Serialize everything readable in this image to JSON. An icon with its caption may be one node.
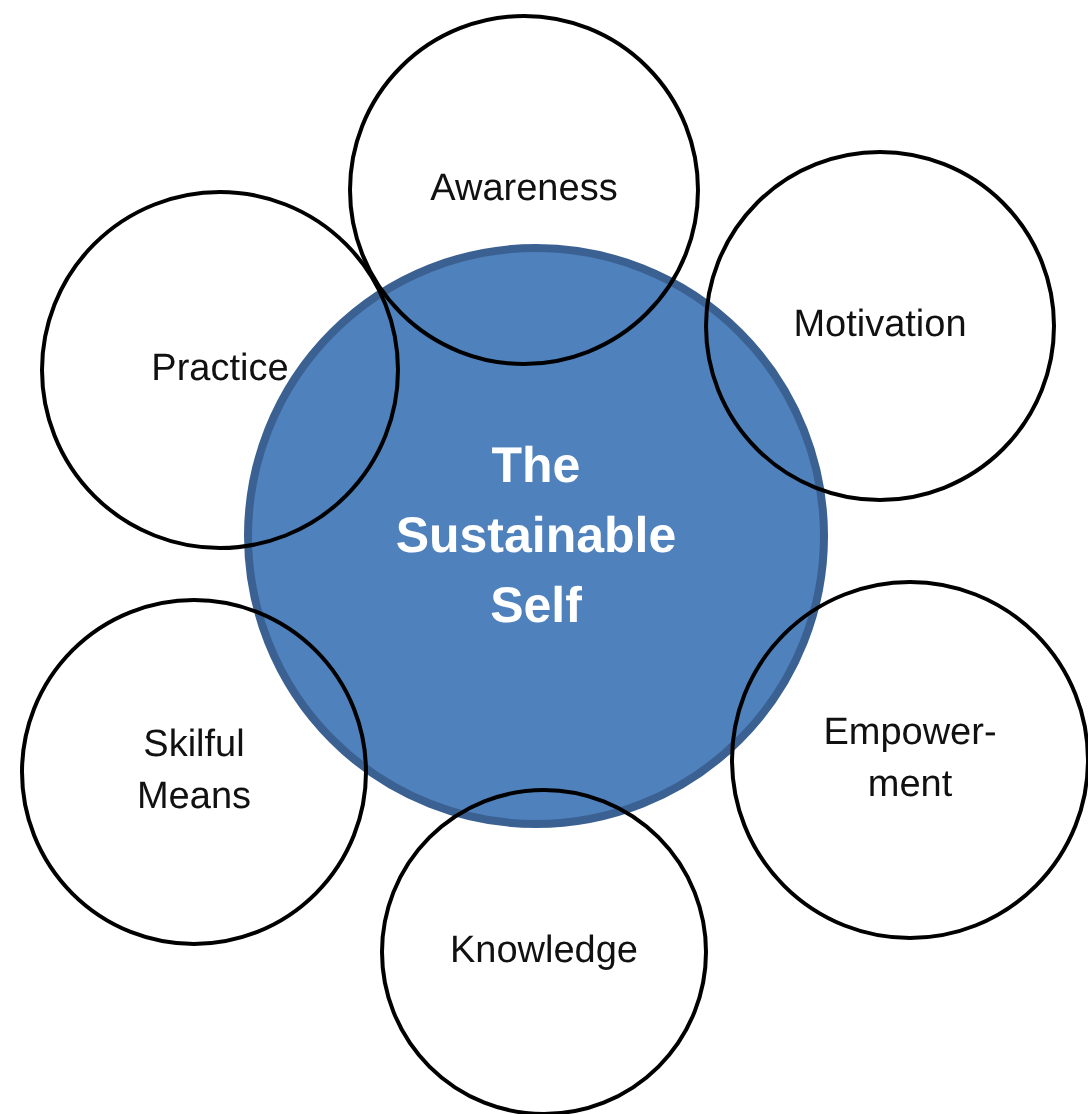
{
  "diagram": {
    "nodes": [
      {
        "text": [
          "The Sustainable Self"
        ]
      },
      {
        "text": [
          "Awareness"
        ]
      },
      {
        "text": [
          "Motivation"
        ]
      },
      {
        "text": [
          "Practice"
        ]
      },
      {
        "text": [
          "Empower- ment"
        ]
      },
      {
        "text": [
          "Skilful Means"
        ]
      },
      {
        "text": [
          "Knowledge"
        ]
      }
    ]
  }
}
